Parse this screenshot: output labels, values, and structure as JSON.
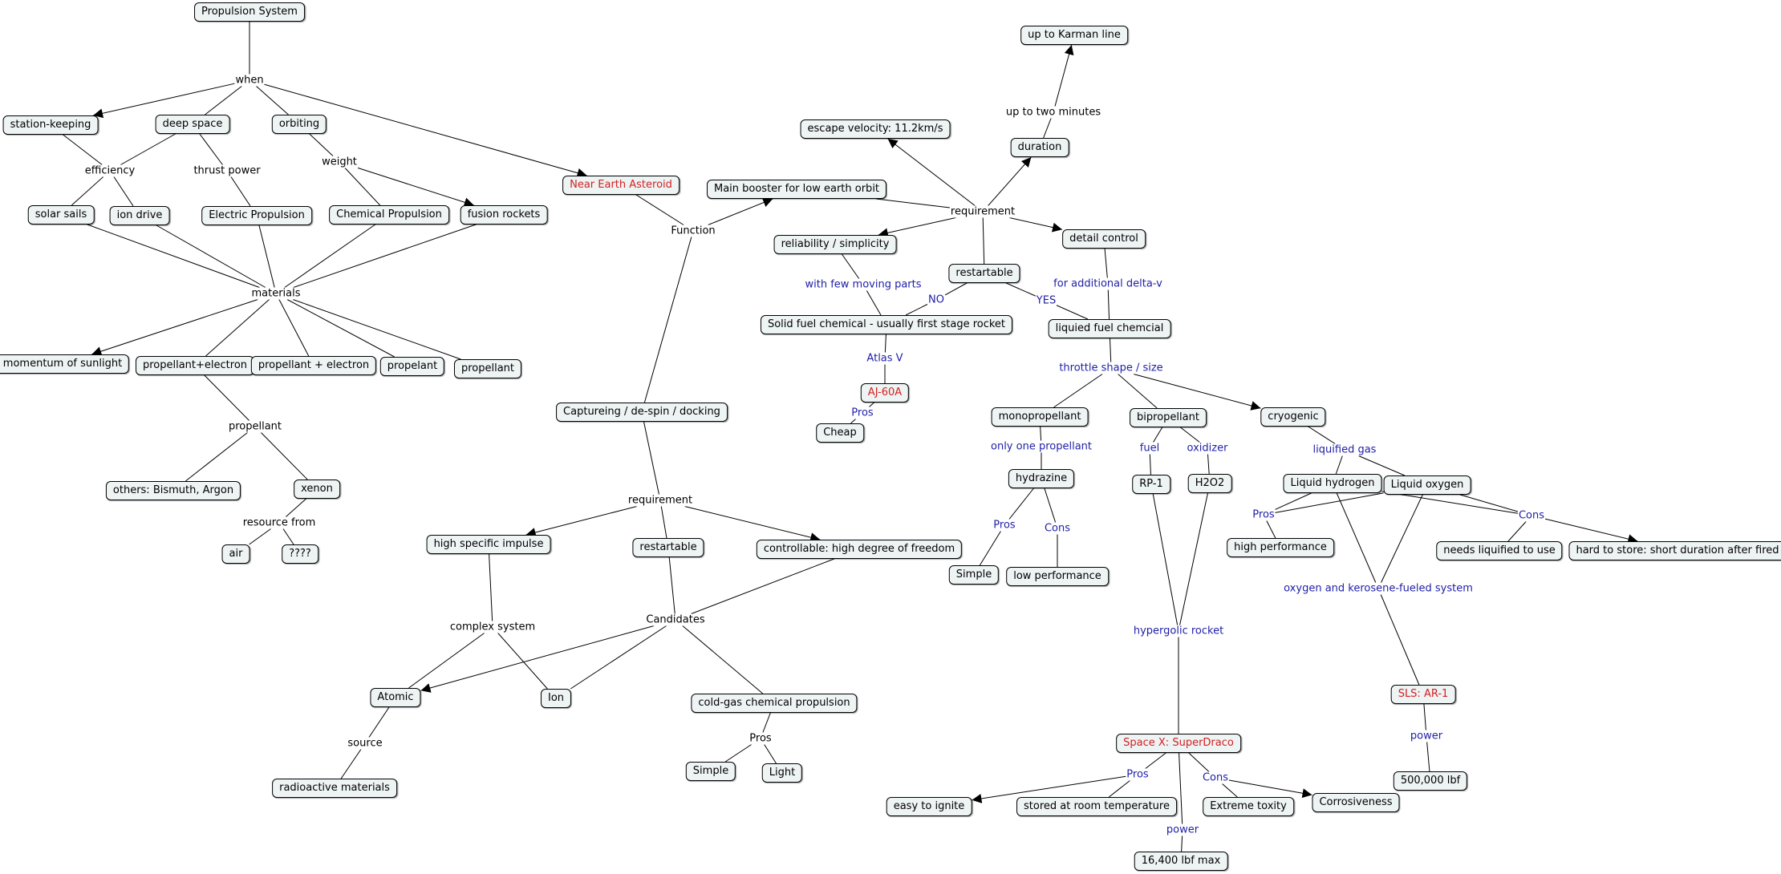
{
  "concepts": [
    {
      "id": "propulsion_system",
      "label": "Propulsion System",
      "style": "normal"
    },
    {
      "id": "station_keeping",
      "label": "station-keeping",
      "style": "normal"
    },
    {
      "id": "deep_space",
      "label": "deep space",
      "style": "normal"
    },
    {
      "id": "orbiting",
      "label": "orbiting",
      "style": "normal"
    },
    {
      "id": "near_earth_asteroid",
      "label": "Near Earth Asteroid",
      "style": "red"
    },
    {
      "id": "solar_sails",
      "label": "solar sails",
      "style": "normal"
    },
    {
      "id": "ion_drive",
      "label": "ion drive",
      "style": "normal"
    },
    {
      "id": "electric_propulsion",
      "label": "Electric Propulsion",
      "style": "normal"
    },
    {
      "id": "chemical_propulsion",
      "label": "Chemical Propulsion",
      "style": "normal"
    },
    {
      "id": "fusion_rockets",
      "label": "fusion rockets",
      "style": "normal"
    },
    {
      "id": "momentum_of_sunlight",
      "label": "momentum of sunlight",
      "style": "normal"
    },
    {
      "id": "propellant_electron_1",
      "label": "propellant+electron",
      "style": "normal"
    },
    {
      "id": "propellant_electron_2",
      "label": "propellant + electron",
      "style": "normal"
    },
    {
      "id": "propelant",
      "label": "propelant",
      "style": "normal"
    },
    {
      "id": "propellant_box",
      "label": "propellant",
      "style": "normal"
    },
    {
      "id": "others_bismuth",
      "label": "others: Bismuth, Argon",
      "style": "normal"
    },
    {
      "id": "xenon",
      "label": "xenon",
      "style": "normal"
    },
    {
      "id": "air",
      "label": "air",
      "style": "normal"
    },
    {
      "id": "unknown",
      "label": "????",
      "style": "normal"
    },
    {
      "id": "main_booster",
      "label": "Main booster for low earth orbit",
      "style": "normal"
    },
    {
      "id": "capturing",
      "label": "Captureing / de-spin / docking",
      "style": "normal"
    },
    {
      "id": "high_specific_impulse",
      "label": "high specific impulse",
      "style": "normal"
    },
    {
      "id": "restartable_low",
      "label": "restartable",
      "style": "normal"
    },
    {
      "id": "controllable",
      "label": "controllable: high degree of freedom",
      "style": "normal"
    },
    {
      "id": "atomic",
      "label": "Atomic",
      "style": "normal"
    },
    {
      "id": "ion",
      "label": "Ion",
      "style": "normal"
    },
    {
      "id": "cold_gas",
      "label": "cold-gas chemical propulsion",
      "style": "normal"
    },
    {
      "id": "radioactive_materials",
      "label": "radioactive materials",
      "style": "normal"
    },
    {
      "id": "simple_cold",
      "label": "Simple",
      "style": "normal"
    },
    {
      "id": "light",
      "label": "Light",
      "style": "normal"
    },
    {
      "id": "up_to_karman",
      "label": "up to Karman line",
      "style": "normal"
    },
    {
      "id": "escape_velocity",
      "label": "escape velocity: 11.2km/s",
      "style": "normal"
    },
    {
      "id": "duration",
      "label": "duration",
      "style": "normal"
    },
    {
      "id": "reliability",
      "label": "reliability / simplicity",
      "style": "normal"
    },
    {
      "id": "detail_control",
      "label": "detail control",
      "style": "normal"
    },
    {
      "id": "restartable_high",
      "label": "restartable",
      "style": "normal"
    },
    {
      "id": "solid_fuel",
      "label": "Solid fuel chemical - usually first stage rocket",
      "style": "normal"
    },
    {
      "id": "liquid_fuel",
      "label": "liquied fuel chemcial",
      "style": "normal"
    },
    {
      "id": "aj60a",
      "label": "AJ-60A",
      "style": "red"
    },
    {
      "id": "cheap",
      "label": "Cheap",
      "style": "normal"
    },
    {
      "id": "monopropellant",
      "label": "monopropellant",
      "style": "normal"
    },
    {
      "id": "bipropellant",
      "label": "bipropellant",
      "style": "normal"
    },
    {
      "id": "cryogenic",
      "label": "cryogenic",
      "style": "normal"
    },
    {
      "id": "hydrazine",
      "label": "hydrazine",
      "style": "normal"
    },
    {
      "id": "simple_hydrazine",
      "label": "Simple",
      "style": "normal"
    },
    {
      "id": "low_performance",
      "label": "low performance",
      "style": "normal"
    },
    {
      "id": "rp1",
      "label": "RP-1",
      "style": "normal"
    },
    {
      "id": "h2o2",
      "label": "H2O2",
      "style": "normal"
    },
    {
      "id": "liquid_hydrogen",
      "label": "Liquid hydrogen",
      "style": "normal"
    },
    {
      "id": "liquid_oxygen",
      "label": "Liquid oxygen",
      "style": "normal"
    },
    {
      "id": "high_performance",
      "label": "high performance",
      "style": "normal"
    },
    {
      "id": "needs_liquified",
      "label": "needs liquified to use",
      "style": "normal"
    },
    {
      "id": "hard_to_store",
      "label": "hard to store: short duration after fired",
      "style": "normal"
    },
    {
      "id": "sls_ar1",
      "label": "SLS: AR-1",
      "style": "red"
    },
    {
      "id": "lbf_500k",
      "label": "500,000 lbf",
      "style": "normal"
    },
    {
      "id": "superdraco",
      "label": "Space X: SuperDraco",
      "style": "red"
    },
    {
      "id": "easy_to_ignite",
      "label": "easy to ignite",
      "style": "normal"
    },
    {
      "id": "stored_room_temp",
      "label": "stored at room temperature",
      "style": "normal"
    },
    {
      "id": "extreme_toxity",
      "label": "Extreme toxity",
      "style": "normal"
    },
    {
      "id": "corrosiveness",
      "label": "Corrosiveness",
      "style": "normal"
    },
    {
      "id": "lbf_16400",
      "label": "16,400 lbf max",
      "style": "normal"
    }
  ],
  "linking_phrases": [
    {
      "id": "when",
      "label": "when",
      "color": "black"
    },
    {
      "id": "efficiency",
      "label": "efficiency",
      "color": "black"
    },
    {
      "id": "thrust_power",
      "label": "thrust power",
      "color": "black"
    },
    {
      "id": "weight",
      "label": "weight",
      "color": "black"
    },
    {
      "id": "materials",
      "label": "materials",
      "color": "black"
    },
    {
      "id": "propellant_link",
      "label": "propellant",
      "color": "black"
    },
    {
      "id": "resource_from",
      "label": "resource from",
      "color": "black"
    },
    {
      "id": "function",
      "label": "Function",
      "color": "black"
    },
    {
      "id": "requirement_low",
      "label": "requirement",
      "color": "black"
    },
    {
      "id": "complex_system",
      "label": "complex system",
      "color": "black"
    },
    {
      "id": "candidates",
      "label": "Candidates",
      "color": "black"
    },
    {
      "id": "source",
      "label": "source",
      "color": "black"
    },
    {
      "id": "pros_cold",
      "label": "Pros",
      "color": "black"
    },
    {
      "id": "up_to_two_minutes",
      "label": "up to two minutes",
      "color": "black"
    },
    {
      "id": "requirement_high",
      "label": "requirement",
      "color": "black"
    },
    {
      "id": "with_few_moving_parts",
      "label": "with few moving parts",
      "color": "blue"
    },
    {
      "id": "no",
      "label": "NO",
      "color": "blue"
    },
    {
      "id": "yes",
      "label": "YES",
      "color": "blue"
    },
    {
      "id": "for_additional_delta_v",
      "label": "for additional delta-v",
      "color": "blue"
    },
    {
      "id": "atlas_v",
      "label": "Atlas V",
      "color": "blue"
    },
    {
      "id": "pros_aj",
      "label": "Pros",
      "color": "blue"
    },
    {
      "id": "throttle",
      "label": "throttle shape / size",
      "color": "blue"
    },
    {
      "id": "only_one_propellant",
      "label": "only one propellant",
      "color": "blue"
    },
    {
      "id": "pros_hydrazine",
      "label": "Pros",
      "color": "blue"
    },
    {
      "id": "cons_hydrazine",
      "label": "Cons",
      "color": "blue"
    },
    {
      "id": "fuel",
      "label": "fuel",
      "color": "blue"
    },
    {
      "id": "oxidizer",
      "label": "oxidizer",
      "color": "blue"
    },
    {
      "id": "liquified_gas",
      "label": "liquified gas",
      "color": "blue"
    },
    {
      "id": "pros_cryo",
      "label": "Pros",
      "color": "blue"
    },
    {
      "id": "cons_cryo",
      "label": "Cons",
      "color": "blue"
    },
    {
      "id": "oxygen_kerosene",
      "label": "oxygen and kerosene-fueled system",
      "color": "blue"
    },
    {
      "id": "hypergolic",
      "label": "hypergolic rocket",
      "color": "blue"
    },
    {
      "id": "power_sls",
      "label": "power",
      "color": "blue"
    },
    {
      "id": "pros_draco",
      "label": "Pros",
      "color": "blue"
    },
    {
      "id": "cons_draco",
      "label": "Cons",
      "color": "blue"
    },
    {
      "id": "power_draco",
      "label": "power",
      "color": "blue"
    }
  ],
  "connections": [
    {
      "from": "propulsion_system",
      "to": "when",
      "arrow": false
    },
    {
      "from": "when",
      "to": "station_keeping",
      "arrow": true
    },
    {
      "from": "when",
      "to": "deep_space",
      "arrow": false
    },
    {
      "from": "when",
      "to": "orbiting",
      "arrow": false
    },
    {
      "from": "when",
      "to": "near_earth_asteroid",
      "arrow": true
    },
    {
      "from": "station_keeping",
      "to": "efficiency",
      "arrow": false
    },
    {
      "from": "deep_space",
      "to": "efficiency",
      "arrow": false
    },
    {
      "from": "efficiency",
      "to": "solar_sails",
      "arrow": false
    },
    {
      "from": "efficiency",
      "to": "ion_drive",
      "arrow": false
    },
    {
      "from": "deep_space",
      "to": "thrust_power",
      "arrow": false
    },
    {
      "from": "thrust_power",
      "to": "electric_propulsion",
      "arrow": false
    },
    {
      "from": "orbiting",
      "to": "weight",
      "arrow": false
    },
    {
      "from": "weight",
      "to": "chemical_propulsion",
      "arrow": false
    },
    {
      "from": "weight",
      "to": "fusion_rockets",
      "arrow": true
    },
    {
      "from": "solar_sails",
      "to": "materials",
      "arrow": false
    },
    {
      "from": "ion_drive",
      "to": "materials",
      "arrow": false
    },
    {
      "from": "electric_propulsion",
      "to": "materials",
      "arrow": false
    },
    {
      "from": "chemical_propulsion",
      "to": "materials",
      "arrow": false
    },
    {
      "from": "fusion_rockets",
      "to": "materials",
      "arrow": false
    },
    {
      "from": "materials",
      "to": "momentum_of_sunlight",
      "arrow": true
    },
    {
      "from": "materials",
      "to": "propellant_electron_1",
      "arrow": false
    },
    {
      "from": "materials",
      "to": "propellant_electron_2",
      "arrow": false
    },
    {
      "from": "materials",
      "to": "propelant",
      "arrow": false
    },
    {
      "from": "materials",
      "to": "propellant_box",
      "arrow": false
    },
    {
      "from": "propellant_electron_1",
      "to": "propellant_link",
      "arrow": false
    },
    {
      "from": "propellant_link",
      "to": "others_bismuth",
      "arrow": false
    },
    {
      "from": "propellant_link",
      "to": "xenon",
      "arrow": false
    },
    {
      "from": "xenon",
      "to": "resource_from",
      "arrow": false
    },
    {
      "from": "resource_from",
      "to": "air",
      "arrow": false
    },
    {
      "from": "resource_from",
      "to": "unknown",
      "arrow": false
    },
    {
      "from": "near_earth_asteroid",
      "to": "function",
      "arrow": false
    },
    {
      "from": "function",
      "to": "main_booster",
      "arrow": true
    },
    {
      "from": "function",
      "to": "capturing",
      "arrow": false
    },
    {
      "from": "capturing",
      "to": "requirement_low",
      "arrow": false
    },
    {
      "from": "requirement_low",
      "to": "high_specific_impulse",
      "arrow": true
    },
    {
      "from": "requirement_low",
      "to": "restartable_low",
      "arrow": false
    },
    {
      "from": "requirement_low",
      "to": "controllable",
      "arrow": true
    },
    {
      "from": "high_specific_impulse",
      "to": "complex_system",
      "arrow": false
    },
    {
      "from": "complex_system",
      "to": "atomic",
      "arrow": false
    },
    {
      "from": "complex_system",
      "to": "ion",
      "arrow": false
    },
    {
      "from": "restartable_low",
      "to": "candidates",
      "arrow": false
    },
    {
      "from": "controllable",
      "to": "candidates",
      "arrow": false
    },
    {
      "from": "candidates",
      "to": "atomic",
      "arrow": true
    },
    {
      "from": "candidates",
      "to": "ion",
      "arrow": false
    },
    {
      "from": "candidates",
      "to": "cold_gas",
      "arrow": false
    },
    {
      "from": "atomic",
      "to": "source",
      "arrow": false
    },
    {
      "from": "source",
      "to": "radioactive_materials",
      "arrow": false
    },
    {
      "from": "cold_gas",
      "to": "pros_cold",
      "arrow": false
    },
    {
      "from": "pros_cold",
      "to": "simple_cold",
      "arrow": false
    },
    {
      "from": "pros_cold",
      "to": "light",
      "arrow": false
    },
    {
      "from": "main_booster",
      "to": "requirement_high",
      "arrow": false
    },
    {
      "from": "requirement_high",
      "to": "escape_velocity",
      "arrow": true
    },
    {
      "from": "requirement_high",
      "to": "duration",
      "arrow": true
    },
    {
      "from": "duration",
      "to": "up_to_two_minutes",
      "arrow": false
    },
    {
      "from": "up_to_two_minutes",
      "to": "up_to_karman",
      "arrow": true
    },
    {
      "from": "requirement_high",
      "to": "reliability",
      "arrow": true
    },
    {
      "from": "requirement_high",
      "to": "restartable_high",
      "arrow": false
    },
    {
      "from": "requirement_high",
      "to": "detail_control",
      "arrow": true
    },
    {
      "from": "reliability",
      "to": "with_few_moving_parts",
      "arrow": false
    },
    {
      "from": "with_few_moving_parts",
      "to": "solid_fuel",
      "arrow": false
    },
    {
      "from": "restartable_high",
      "to": "no",
      "arrow": false
    },
    {
      "from": "no",
      "to": "solid_fuel",
      "arrow": false
    },
    {
      "from": "restartable_high",
      "to": "yes",
      "arrow": false
    },
    {
      "from": "yes",
      "to": "liquid_fuel",
      "arrow": false
    },
    {
      "from": "detail_control",
      "to": "for_additional_delta_v",
      "arrow": false
    },
    {
      "from": "for_additional_delta_v",
      "to": "liquid_fuel",
      "arrow": false
    },
    {
      "from": "solid_fuel",
      "to": "atlas_v",
      "arrow": false
    },
    {
      "from": "atlas_v",
      "to": "aj60a",
      "arrow": false
    },
    {
      "from": "aj60a",
      "to": "pros_aj",
      "arrow": false
    },
    {
      "from": "pros_aj",
      "to": "cheap",
      "arrow": false
    },
    {
      "from": "liquid_fuel",
      "to": "throttle",
      "arrow": false
    },
    {
      "from": "throttle",
      "to": "monopropellant",
      "arrow": false
    },
    {
      "from": "throttle",
      "to": "bipropellant",
      "arrow": false
    },
    {
      "from": "throttle",
      "to": "cryogenic",
      "arrow": true
    },
    {
      "from": "monopropellant",
      "to": "only_one_propellant",
      "arrow": false
    },
    {
      "from": "only_one_propellant",
      "to": "hydrazine",
      "arrow": false
    },
    {
      "from": "hydrazine",
      "to": "pros_hydrazine",
      "arrow": false
    },
    {
      "from": "pros_hydrazine",
      "to": "simple_hydrazine",
      "arrow": false
    },
    {
      "from": "hydrazine",
      "to": "cons_hydrazine",
      "arrow": false
    },
    {
      "from": "cons_hydrazine",
      "to": "low_performance",
      "arrow": false
    },
    {
      "from": "bipropellant",
      "to": "fuel",
      "arrow": false
    },
    {
      "from": "fuel",
      "to": "rp1",
      "arrow": false
    },
    {
      "from": "bipropellant",
      "to": "oxidizer",
      "arrow": false
    },
    {
      "from": "oxidizer",
      "to": "h2o2",
      "arrow": false
    },
    {
      "from": "rp1",
      "to": "hypergolic",
      "arrow": false
    },
    {
      "from": "h2o2",
      "to": "hypergolic",
      "arrow": false
    },
    {
      "from": "hypergolic",
      "to": "superdraco",
      "arrow": false
    },
    {
      "from": "cryogenic",
      "to": "liquified_gas",
      "arrow": false
    },
    {
      "from": "liquified_gas",
      "to": "liquid_hydrogen",
      "arrow": false
    },
    {
      "from": "liquified_gas",
      "to": "liquid_oxygen",
      "arrow": false
    },
    {
      "from": "liquid_hydrogen",
      "to": "pros_cryo",
      "arrow": false
    },
    {
      "from": "liquid_oxygen",
      "to": "pros_cryo",
      "arrow": false
    },
    {
      "from": "pros_cryo",
      "to": "high_performance",
      "arrow": false
    },
    {
      "from": "liquid_hydrogen",
      "to": "cons_cryo",
      "arrow": false
    },
    {
      "from": "liquid_oxygen",
      "to": "cons_cryo",
      "arrow": false
    },
    {
      "from": "cons_cryo",
      "to": "needs_liquified",
      "arrow": false
    },
    {
      "from": "cons_cryo",
      "to": "hard_to_store",
      "arrow": true
    },
    {
      "from": "liquid_hydrogen",
      "to": "oxygen_kerosene",
      "arrow": false
    },
    {
      "from": "liquid_oxygen",
      "to": "oxygen_kerosene",
      "arrow": false
    },
    {
      "from": "oxygen_kerosene",
      "to": "sls_ar1",
      "arrow": false
    },
    {
      "from": "sls_ar1",
      "to": "power_sls",
      "arrow": false
    },
    {
      "from": "power_sls",
      "to": "lbf_500k",
      "arrow": false
    },
    {
      "from": "superdraco",
      "to": "pros_draco",
      "arrow": false
    },
    {
      "from": "pros_draco",
      "to": "easy_to_ignite",
      "arrow": true
    },
    {
      "from": "pros_draco",
      "to": "stored_room_temp",
      "arrow": false
    },
    {
      "from": "superdraco",
      "to": "cons_draco",
      "arrow": false
    },
    {
      "from": "cons_draco",
      "to": "extreme_toxity",
      "arrow": false
    },
    {
      "from": "cons_draco",
      "to": "corrosiveness",
      "arrow": true
    },
    {
      "from": "superdraco",
      "to": "power_draco",
      "arrow": false
    },
    {
      "from": "power_draco",
      "to": "lbf_16400",
      "arrow": false
    }
  ]
}
